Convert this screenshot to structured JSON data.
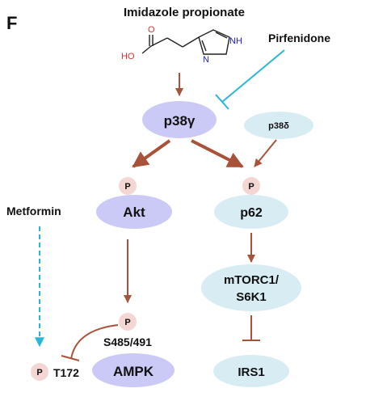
{
  "panel_label": "F",
  "compound": {
    "name": "Imidazole propionate",
    "atoms": {
      "hydroxyl": "HO",
      "carbonyl_oxygen": "O",
      "ring_nh": "NH",
      "ring_n": "N"
    }
  },
  "drug_inhibitor": "Pirfenidone",
  "drug_activator": "Metformin",
  "nodes": {
    "p38g": "p38γ",
    "p38d": "p38δ",
    "akt": "Akt",
    "p62": "p62",
    "mtorc_line1": "mTORC1/",
    "mtorc_line2": "S6K1",
    "ampk": "AMPK",
    "irs1": "IRS1"
  },
  "phospho_mark": "P",
  "sites": {
    "ampk_s": "S485/491",
    "ampk_t": "T172"
  },
  "colors": {
    "node_purple": "#cbc9f6",
    "node_blue": "#d8ecf4",
    "phospho_fill": "#f4d6d3",
    "arrow_brown": "#a9523a",
    "inhibitor_cyan": "#29b6d8",
    "structure_red": "#e03030",
    "structure_blue": "#2020d0"
  }
}
